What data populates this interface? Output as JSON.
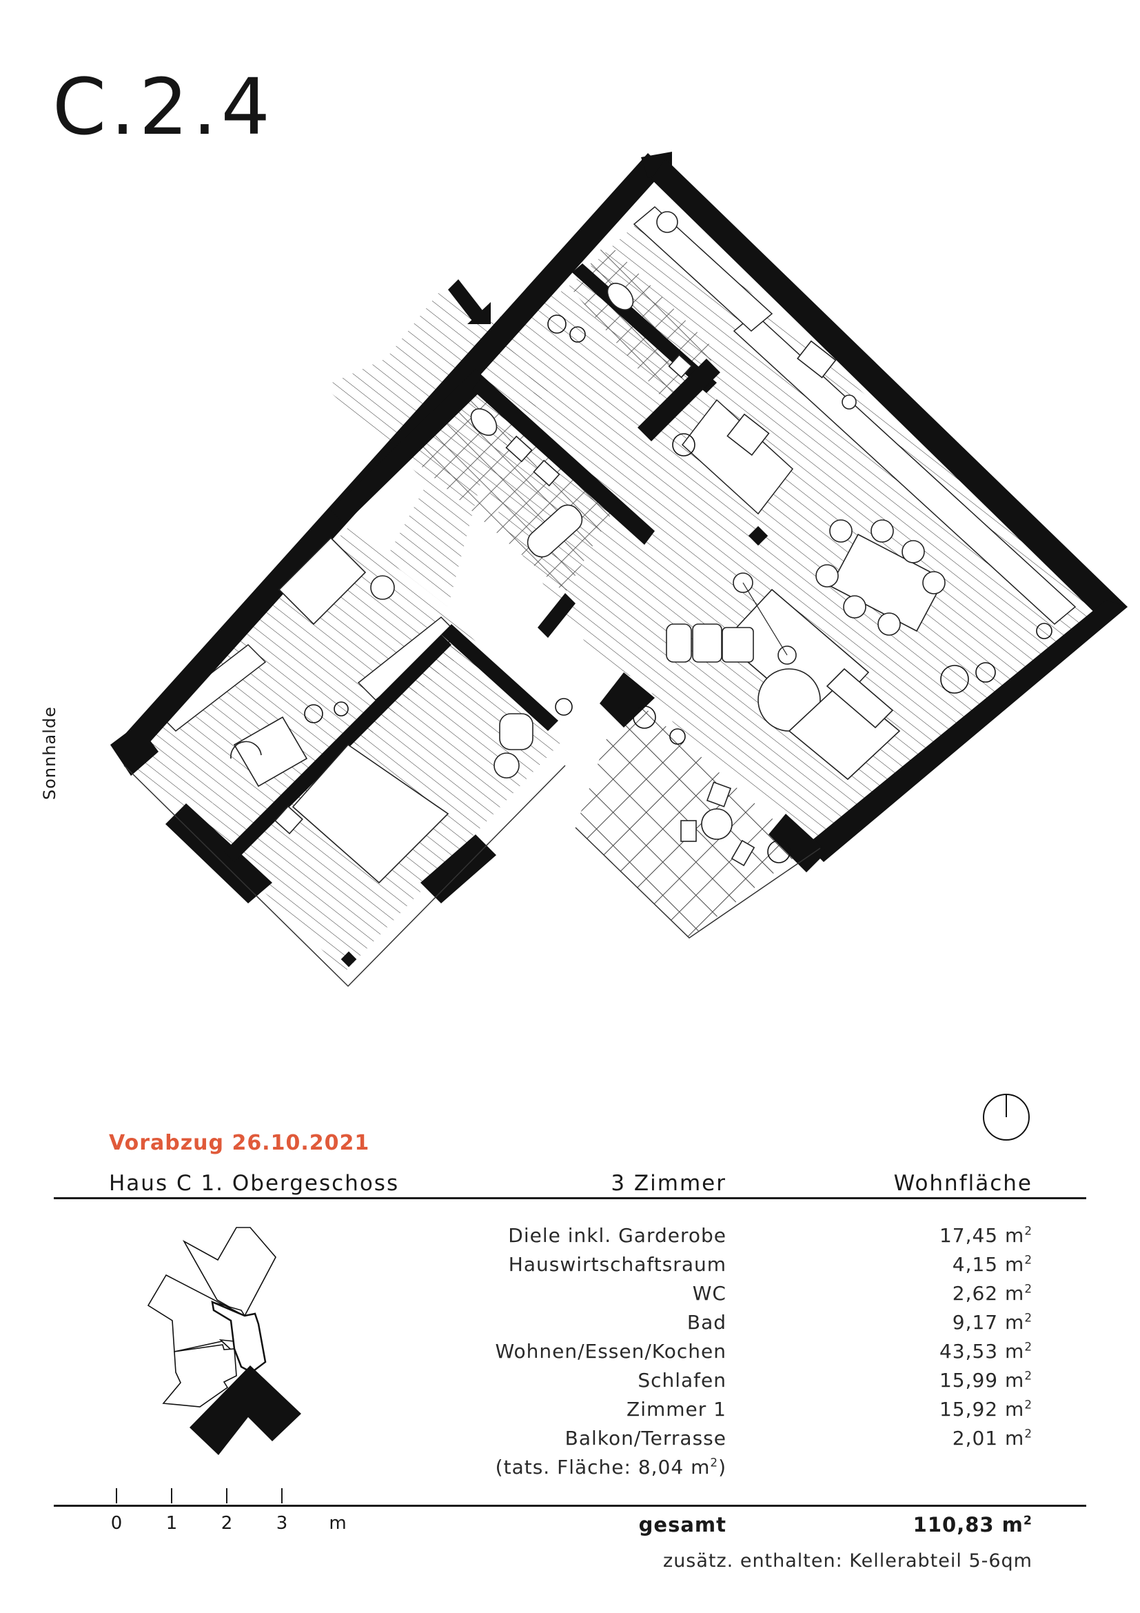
{
  "unit": {
    "id": "C.2.4",
    "street_label": "Sonnhalde"
  },
  "draft_note": "Vorabzug 26.10.2021",
  "header": {
    "location": "Haus C  1. Obergeschoss",
    "rooms_count": "3 Zimmer",
    "area_label": "Wohnfläche"
  },
  "rooms": [
    {
      "name": "Diele inkl. Garderobe",
      "area": "17,45",
      "unit": "m",
      "exp": "2"
    },
    {
      "name": "Hauswirtschaftsraum",
      "area": "4,15",
      "unit": "m",
      "exp": "2"
    },
    {
      "name": "WC",
      "area": "2,62",
      "unit": "m",
      "exp": "2"
    },
    {
      "name": "Bad",
      "area": "9,17",
      "unit": "m",
      "exp": "2"
    },
    {
      "name": "Wohnen/Essen/Kochen",
      "area": "43,53",
      "unit": "m",
      "exp": "2"
    },
    {
      "name": "Schlafen",
      "area": "15,99",
      "unit": "m",
      "exp": "2"
    },
    {
      "name": "Zimmer 1",
      "area": "15,92",
      "unit": "m",
      "exp": "2"
    },
    {
      "name": "Balkon/Terrasse",
      "area": "2,01",
      "unit": "m",
      "exp": "2"
    }
  ],
  "balcony_note": {
    "prefix": "(tats. Fläche: 8,04 m",
    "exp": "2",
    "suffix": ")"
  },
  "total": {
    "label": "gesamt",
    "value": "110,83 m",
    "exp": "2"
  },
  "extra": "zusätz. enthalten:  Kellerabteil 5-6qm",
  "scale_bar": {
    "ticks": [
      "0",
      "1",
      "2",
      "3"
    ],
    "unit": "m"
  },
  "colors": {
    "draft": "#e05a3a",
    "wall": "#111111",
    "ink": "#1a1a1a"
  }
}
